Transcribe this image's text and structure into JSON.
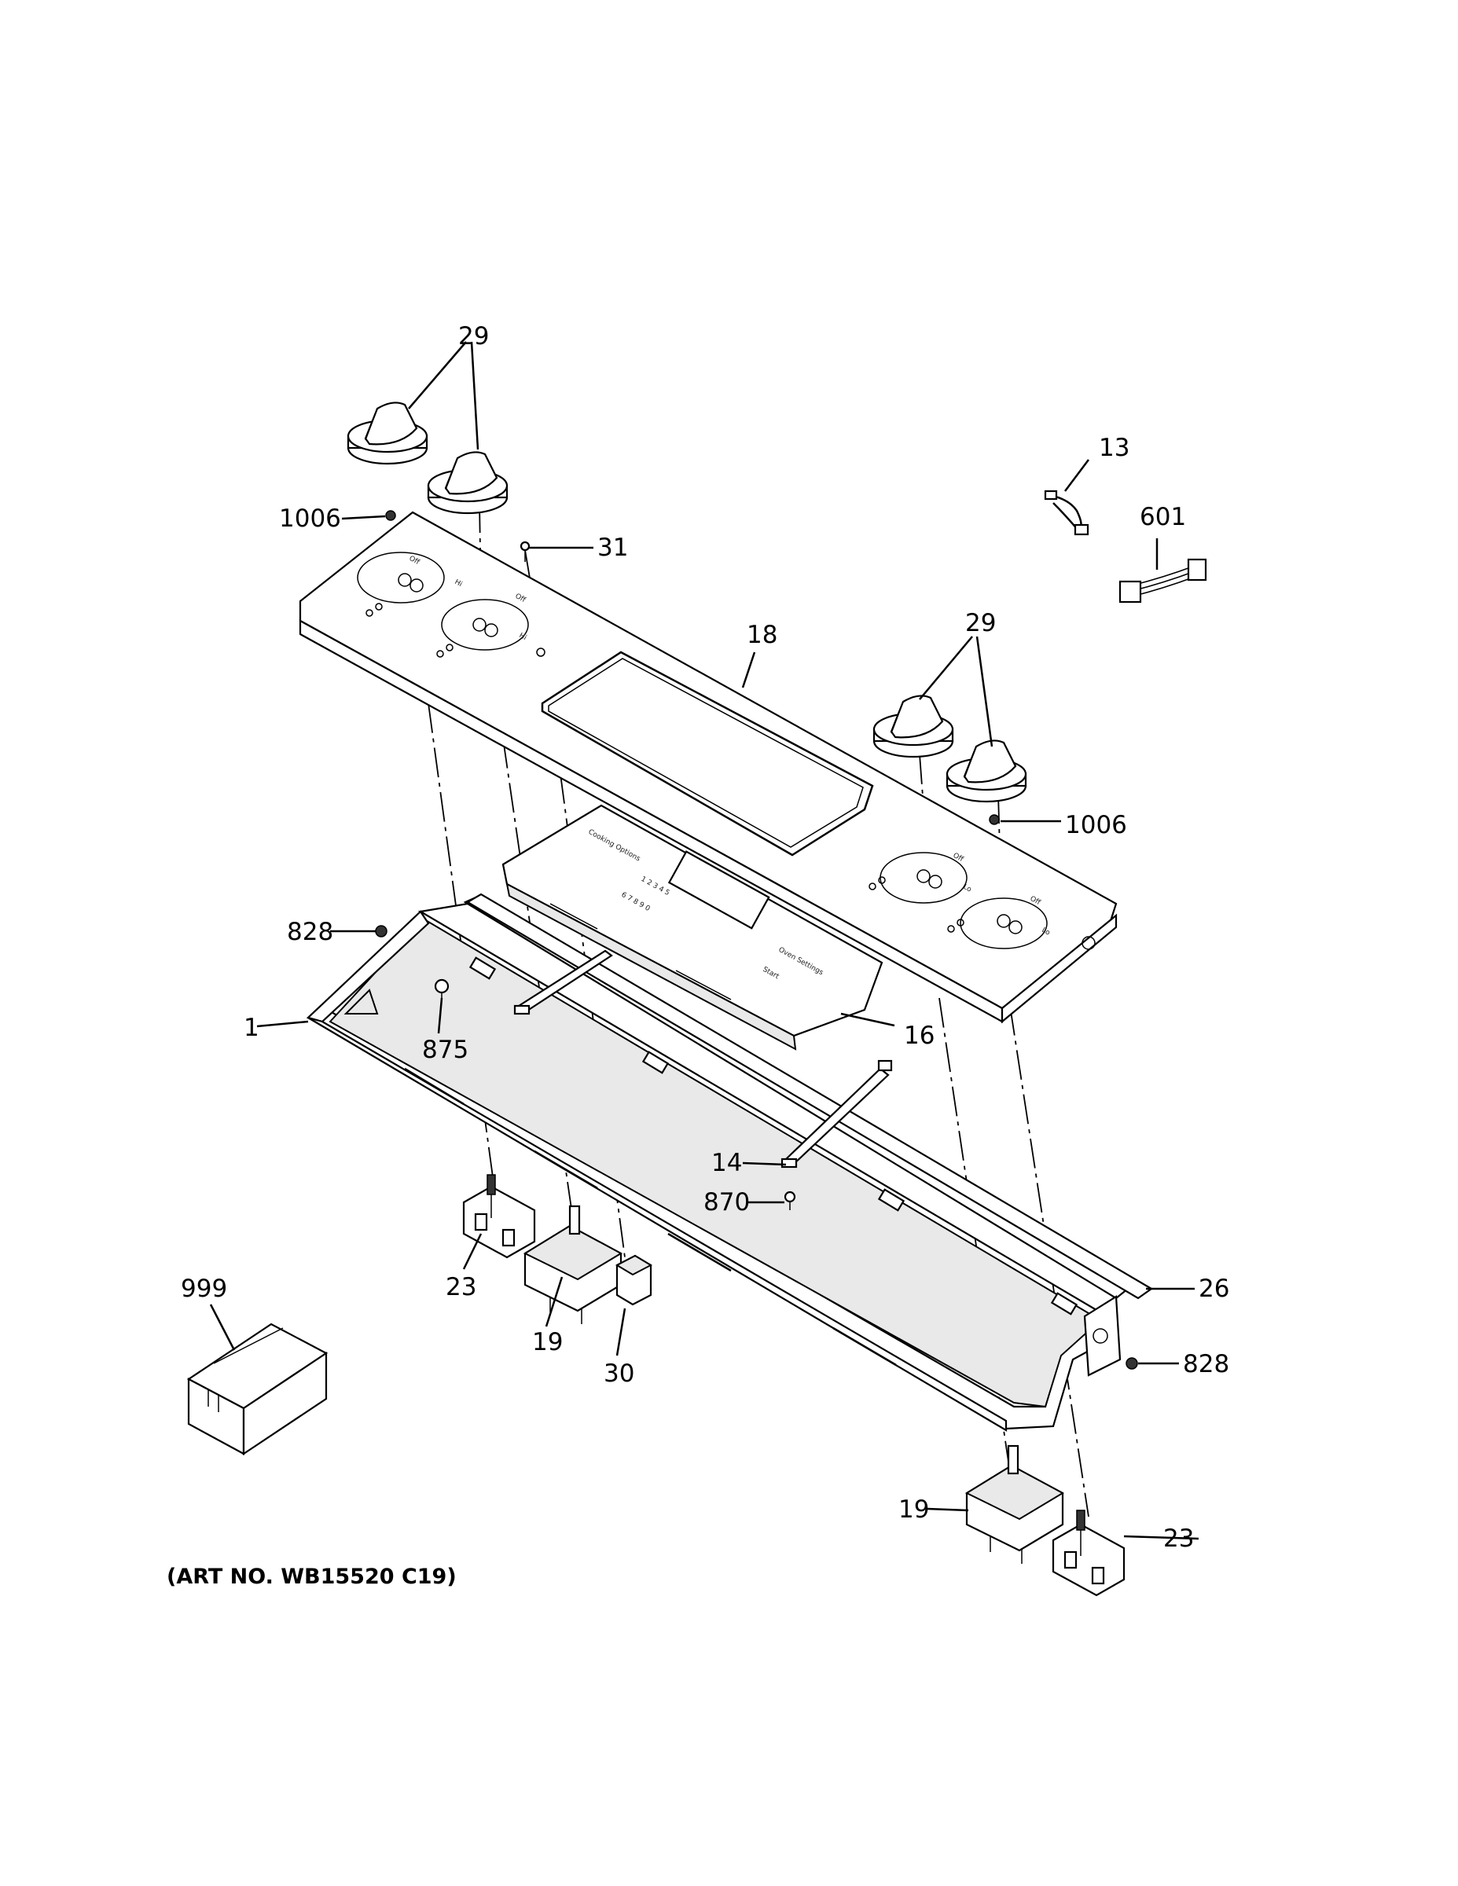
{
  "art_number": "(ART NO. WB15520 C19)",
  "callouts": {
    "knob_left": "29",
    "knob_right": "29",
    "screw_left": "1006",
    "screw_right": "1006",
    "screw_center": "31",
    "harness_small": "13",
    "harness_large": "601",
    "control_panel": "18",
    "control_board": "16",
    "screw_828_left": "828",
    "screw_828_right": "828",
    "manifold": "1",
    "screw_875": "875",
    "bracket": "14",
    "screw_870": "870",
    "switch_23_left": "23",
    "switch_23_right": "23",
    "switch_19_left": "19",
    "switch_19_right": "19",
    "relay": "30",
    "trim_strip": "26",
    "kit_box": "999"
  },
  "panel_print": {
    "off": "Off",
    "hi": "Hi",
    "lo": "Lo",
    "cooking_options": "Cooking Options",
    "oven_settings": "Oven Settings",
    "start": "Start",
    "keypad_row1": "1 2 3 4 5",
    "keypad_row2": "6 7 8 9 0"
  }
}
